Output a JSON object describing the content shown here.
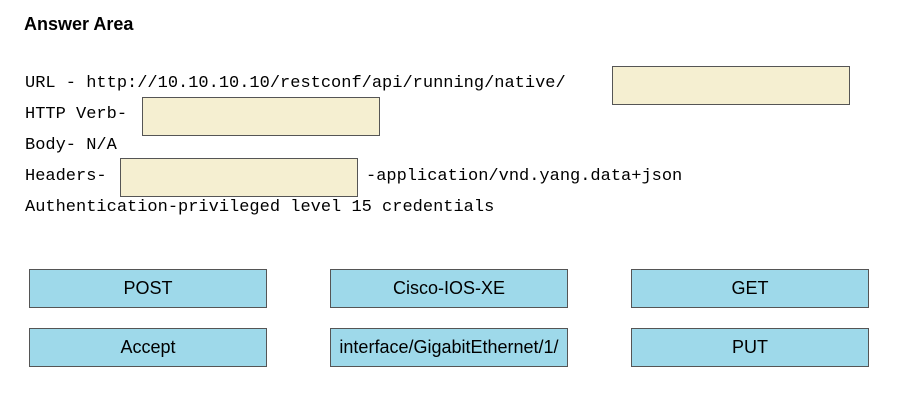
{
  "title": "Answer Area",
  "lines": {
    "url_prefix": "URL - http://10.10.10.10/restconf/api/running/native/",
    "http_verb": "HTTP Verb-",
    "body": "Body- N/A",
    "headers": "Headers-",
    "headers_suffix": "-application/vnd.yang.data+json",
    "authentication": "Authentication-privileged level 15 credentials"
  },
  "options": [
    {
      "label": "POST"
    },
    {
      "label": "Cisco-IOS-XE"
    },
    {
      "label": "GET"
    },
    {
      "label": "Accept"
    },
    {
      "label": "interface/GigabitEthernet/1/"
    },
    {
      "label": "PUT"
    }
  ],
  "colors": {
    "drop_target": "#f5efd1",
    "option_tile": "#9ed9ea"
  }
}
